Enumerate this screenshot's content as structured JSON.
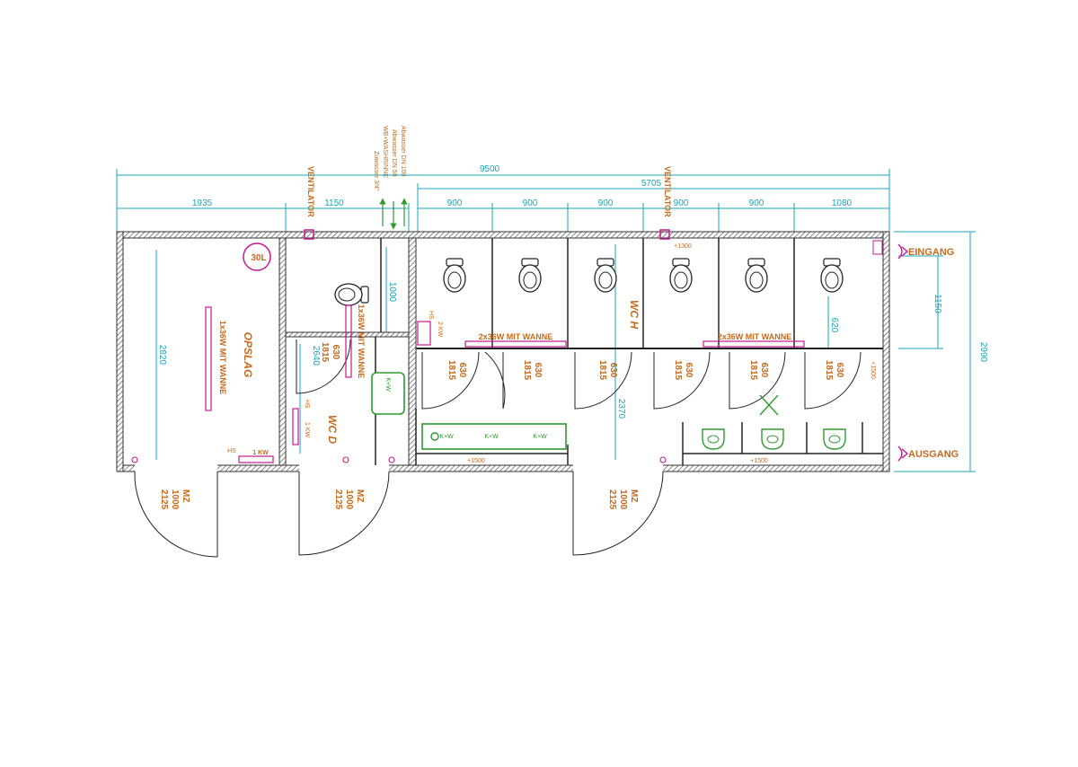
{
  "dimensions": {
    "total_length": "9500",
    "sanitary_length": "5705",
    "storage_width": "1935",
    "wcd_width": "1150",
    "cubicle_1": "900",
    "cubicle_2": "900",
    "cubicle_3": "900",
    "cubicle_4": "900",
    "cubicle_5": "900",
    "cubicle_6": "1080",
    "total_width": "2990",
    "storage_depth": "2820",
    "corridor_depth": "2370",
    "wc_partition": "1150",
    "wcd_wc_depth": "1000",
    "wcd_room_depth": "2640",
    "urinal_height": "620",
    "wash_height_left": "+1500",
    "wash_height_right": "+1500",
    "fan_height": "+1300",
    "wall_height_right": "+1500"
  },
  "rooms": {
    "storage": "OPSLAG",
    "ladies": "WC D",
    "gents": "WC H"
  },
  "labels": {
    "entrance": "EINGANG",
    "exit": "AUSGANG",
    "boiler": "30L",
    "fan_left": "VENTILATOR",
    "fan_right": "VENTILATOR",
    "light_storage": "1x36W MIT WANNE",
    "light_wcd": "1x36W MIT WANNE",
    "light_gents_1": "2x36W MIT WANNE",
    "light_gents_2": "2x36W MIT WANNE",
    "heater_storage_hs": "HS",
    "heater_storage_kw": "1 KW",
    "heater_gents_hs": "HS",
    "heater_gents_kw": "2 KW",
    "heater_wcd_hs": "HS",
    "heater_wcd_kw": "1 KW",
    "wcd_kw": "K+W",
    "trough_kw_1": "K+W",
    "trough_kw_2": "K+W",
    "trough_kw_3": "K+W",
    "supply_1": "Abwasser DN 100",
    "supply_2": "Abwasser DN 50",
    "supply_3": "WB+WASHRINNE",
    "supply_4": "Zuwasser 3/4\""
  },
  "cubicles": [
    {
      "door_height": "1815",
      "door_width": "630"
    },
    {
      "door_height": "1815",
      "door_width": "630"
    },
    {
      "door_height": "1815",
      "door_width": "630"
    },
    {
      "door_height": "1815",
      "door_width": "630"
    },
    {
      "door_height": "1815",
      "door_width": "630"
    },
    {
      "door_height": "1815",
      "door_width": "630"
    }
  ],
  "wcd_door": {
    "door_height": "1815",
    "door_width": "630"
  },
  "outer_doors": [
    {
      "type": "MZ",
      "width": "1000",
      "height": "2125"
    },
    {
      "type": "MZ",
      "width": "1000",
      "height": "2125"
    },
    {
      "type": "MZ",
      "width": "1000",
      "height": "2125"
    }
  ],
  "colors": {
    "dimension": "#1aa6b7",
    "annotation": "#c46a1c",
    "electrical": "#c2188f",
    "plumbing": "#2f9a2f",
    "wall": "#333333"
  }
}
